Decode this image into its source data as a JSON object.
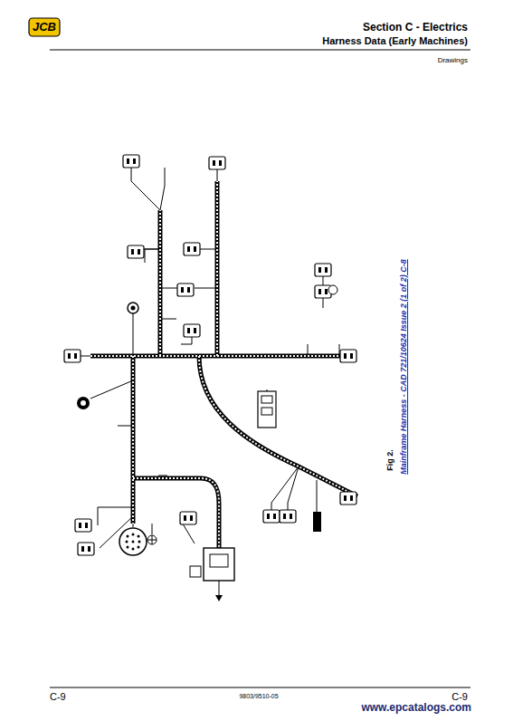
{
  "diagram": {
    "title": "Section C - Electrics",
    "caption": "Fig 2.",
    "labels": [
      "JCB",
      "Harness Data (Early Machines)",
      "Drawings",
      "Mainframe Harness - CAD 721/10624 Issue 2 (1 of 2) C-8",
      "C-9",
      "9803/9510-05",
      "C-9",
      "www.epcatalogs.com"
    ]
  }
}
